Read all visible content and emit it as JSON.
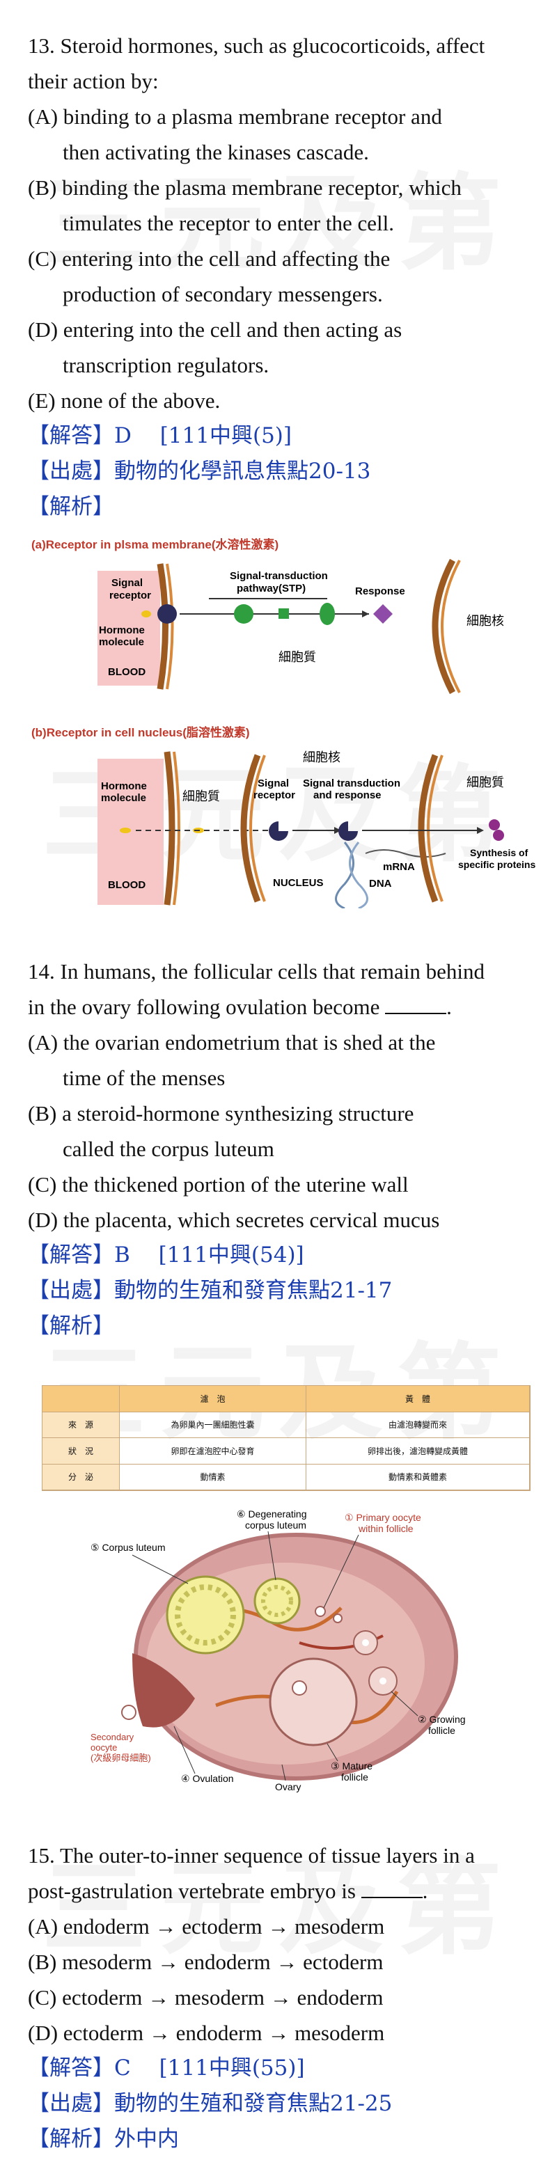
{
  "watermark": "三元及第",
  "q13": {
    "stem": [
      "13. Steroid hormones, such as glucocorticoids, affect",
      "their action by:"
    ],
    "options": [
      [
        "(A) binding to a plasma membrane receptor and",
        "then activating the kinases cascade."
      ],
      [
        "(B) binding the plasma membrane receptor, which",
        "timulates the receptor to enter the cell."
      ],
      [
        "(C) entering into the cell and affecting the",
        "production of secondary messengers."
      ],
      [
        "(D) entering into the cell and then acting as",
        "transcription regulators."
      ],
      [
        "(E) none of the above."
      ]
    ],
    "answer": "【解答】D　 [111中興(5)]",
    "source": "【出處】動物的化學訊息焦點20-13",
    "analysis": "【解析】",
    "figure": {
      "a_title": "(a)Receptor in plsma membrane(水溶性激素)",
      "a_signal_receptor": [
        "Signal",
        "receptor"
      ],
      "a_hormone": [
        "Hormone",
        "molecule"
      ],
      "a_blood": "BLOOD",
      "a_stp": [
        "Signal-transduction",
        "pathway(STP)"
      ],
      "a_response": "Response",
      "a_cytoplasm": "細胞質",
      "a_nucleus": "細胞核",
      "b_title": "(b)Receptor in cell nucleus(脂溶性激素)",
      "b_hormone": [
        "Hormone",
        "molecule"
      ],
      "b_cytoplasm_left": "細胞質",
      "b_signal_receptor": [
        "Signal",
        "receptor"
      ],
      "b_nucleus_label": "細胞核",
      "b_std": [
        "Signal transduction",
        "and response"
      ],
      "b_cytoplasm_right": "細胞質",
      "b_blood": "BLOOD",
      "b_nucleus": "NUCLEUS",
      "b_dna": "DNA",
      "b_mrna": "mRNA",
      "b_synthesis": [
        "Synthesis of",
        "specific proteins"
      ]
    }
  },
  "q14": {
    "stem_1": "14. In humans, the follicular cells that remain behind",
    "stem_2": "in the ovary following ovulation become",
    "options": [
      [
        "(A) the ovarian endometrium that is shed at the",
        "time of the menses"
      ],
      [
        "(B) a steroid-hormone synthesizing structure",
        "called the corpus luteum"
      ],
      [
        "(C) the thickened portion of the uterine wall"
      ],
      [
        "(D) the placenta, which secretes cervical mucus"
      ]
    ],
    "answer": "【解答】B　 [111中興(54)]",
    "source": "【出處】動物的生殖和發育焦點21-17",
    "analysis": "【解析】",
    "table": {
      "headers": [
        "",
        "濾　泡",
        "黃　體"
      ],
      "rows": [
        [
          "來　源",
          "為卵巢內一團細胞性囊",
          "由濾泡轉變而來"
        ],
        [
          "狀　況",
          "卵即在濾泡腔中心發育",
          "卵排出後，濾泡轉變成黃體"
        ],
        [
          "分　泌",
          "動情素",
          "動情素和黃體素"
        ]
      ]
    },
    "ovary": {
      "degenerating": [
        "⑥ Degenerating",
        "corpus luteum"
      ],
      "corpus_luteum": "⑤ Corpus luteum",
      "primary": [
        "① Primary oocyte",
        "within follicle"
      ],
      "growing": [
        "② Growing",
        "follicle"
      ],
      "mature": [
        "③ Mature",
        "follicle"
      ],
      "ovulation": "④ Ovulation",
      "ovary": "Ovary",
      "secondary": [
        "Secondary",
        "oocyte",
        "(次級卵母細胞)"
      ]
    }
  },
  "q15": {
    "stem_1": "15. The outer-to-inner sequence of tissue layers in a",
    "stem_2": "post-gastrulation vertebrate embryo is",
    "options": [
      "(A) endoderm → ectoderm → mesoderm",
      "(B) mesoderm → endoderm → ectoderm",
      "(C) ectoderm → mesoderm → endoderm",
      "(D) ectoderm → endoderm → mesoderm"
    ],
    "answer": "【解答】C　 [111中興(55)]",
    "source": "【出處】動物的生殖和發育焦點21-25",
    "analysis": "【解析】外中内"
  }
}
